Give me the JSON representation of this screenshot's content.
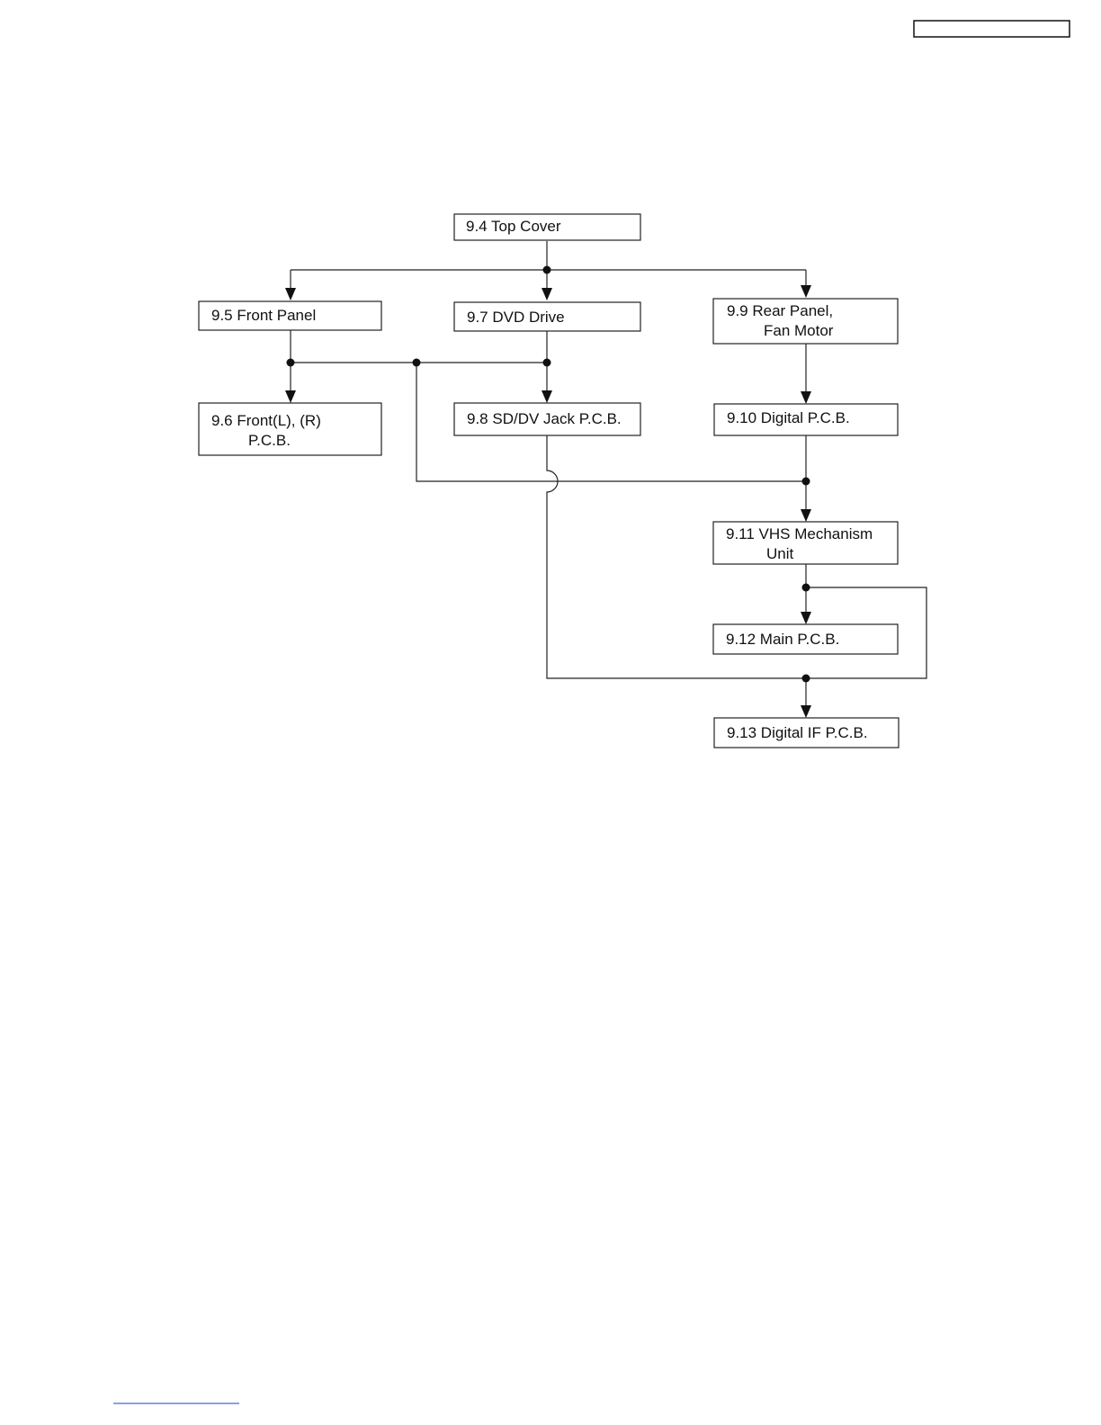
{
  "nodes": {
    "top_cover": {
      "lines": [
        "9.4 Top Cover"
      ]
    },
    "front_panel": {
      "lines": [
        "9.5 Front Panel"
      ]
    },
    "dvd_drive": {
      "lines": [
        "9.7 DVD Drive"
      ]
    },
    "rear_panel": {
      "lines": [
        "9.9 Rear Panel,",
        "Fan Motor"
      ]
    },
    "front_lr_pcb": {
      "lines": [
        "9.6 Front(L), (R)",
        "P.C.B."
      ]
    },
    "sd_dv_jack": {
      "lines": [
        "9.8 SD/DV Jack P.C.B."
      ]
    },
    "digital_pcb": {
      "lines": [
        "9.10 Digital P.C.B."
      ]
    },
    "vhs_mechanism": {
      "lines": [
        "9.11 VHS Mechanism",
        "Unit"
      ]
    },
    "main_pcb": {
      "lines": [
        "9.12 Main P.C.B."
      ]
    },
    "digital_if_pcb": {
      "lines": [
        "9.13 Digital IF P.C.B."
      ]
    }
  },
  "edges": [
    {
      "from": "top_cover",
      "to": "front_panel"
    },
    {
      "from": "top_cover",
      "to": "dvd_drive"
    },
    {
      "from": "top_cover",
      "to": "rear_panel"
    },
    {
      "from": "front_panel",
      "to": "front_lr_pcb"
    },
    {
      "from": "dvd_drive",
      "to": "front_lr_pcb"
    },
    {
      "from": "dvd_drive",
      "to": "sd_dv_jack"
    },
    {
      "from": "front_panel",
      "to": "sd_dv_jack"
    },
    {
      "from": "rear_panel",
      "to": "digital_pcb"
    },
    {
      "from": "digital_pcb",
      "to": "vhs_mechanism"
    },
    {
      "from": "front_panel",
      "to": "vhs_mechanism"
    },
    {
      "from": "dvd_drive",
      "to": "vhs_mechanism"
    },
    {
      "from": "vhs_mechanism",
      "to": "main_pcb"
    },
    {
      "from": "vhs_mechanism",
      "to": "digital_if_pcb"
    },
    {
      "from": "sd_dv_jack",
      "to": "digital_if_pcb"
    }
  ],
  "colors": {
    "line": "#222222",
    "footer_link": "#1a3fd6"
  }
}
